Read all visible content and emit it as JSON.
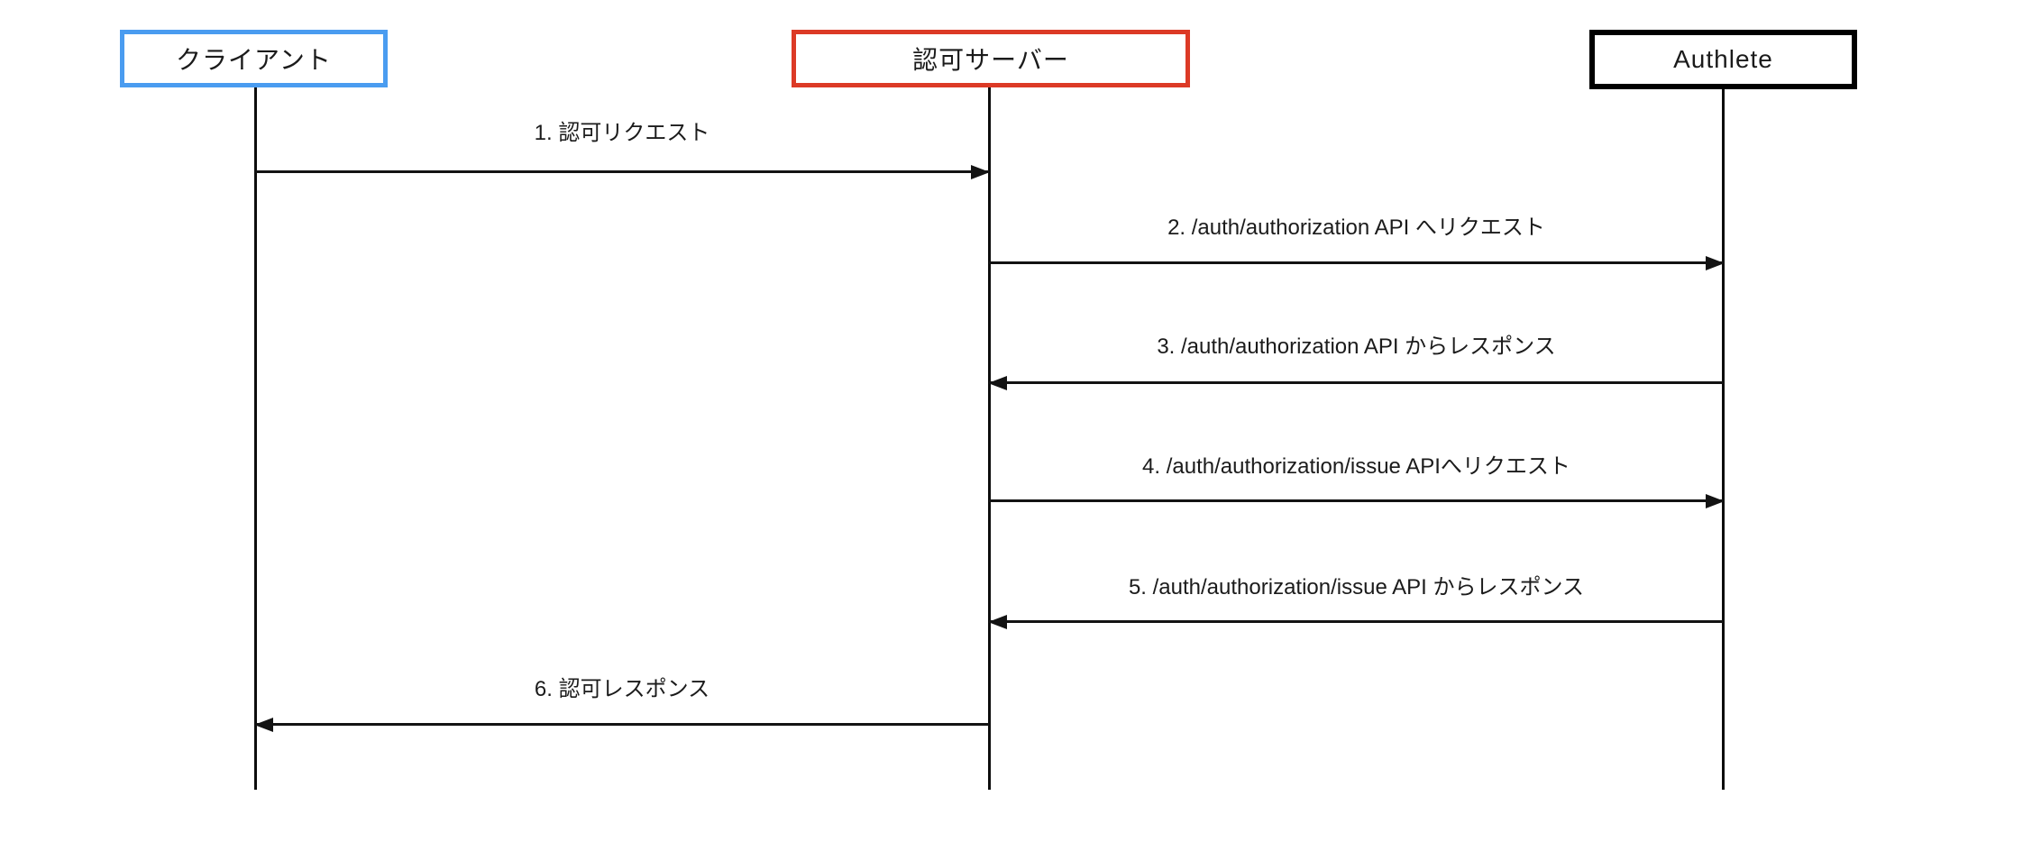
{
  "diagram": {
    "type": "sequence-diagram",
    "actors": [
      {
        "id": "client",
        "label": "クライアント",
        "border_color": "#4a9cf0"
      },
      {
        "id": "authorization-server",
        "label": "認可サーバー",
        "border_color": "#dc3a26"
      },
      {
        "id": "authlete",
        "label": "Authlete",
        "border_color": "#000000"
      }
    ],
    "messages": [
      {
        "label": "1. 認可リクエスト",
        "from": "クライアント",
        "to": "認可サーバー",
        "direction": "right"
      },
      {
        "label": "2. /auth/authorization API へリクエスト",
        "from": "認可サーバー",
        "to": "Authlete",
        "direction": "right"
      },
      {
        "label": "3. /auth/authorization API からレスポンス",
        "from": "Authlete",
        "to": "認可サーバー",
        "direction": "left"
      },
      {
        "label": "4. /auth/authorization/issue APIへリクエスト",
        "from": "認可サーバー",
        "to": "Authlete",
        "direction": "right"
      },
      {
        "label": "5. /auth/authorization/issue API からレスポンス",
        "from": "Authlete",
        "to": "認可サーバー",
        "direction": "left"
      },
      {
        "label": "6. 認可レスポンス",
        "from": "認可サーバー",
        "to": "クライアント",
        "direction": "left"
      }
    ],
    "line_color": "#131313"
  }
}
